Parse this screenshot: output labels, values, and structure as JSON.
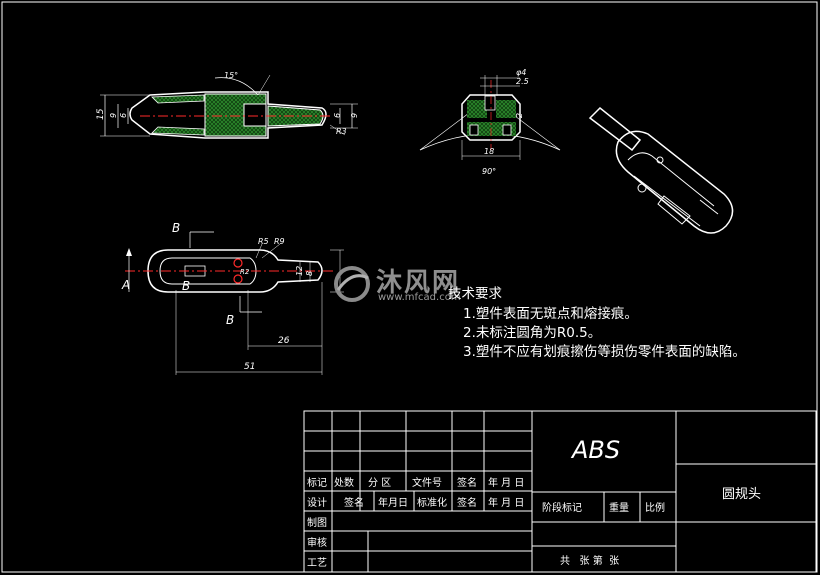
{
  "tech_requirements": {
    "heading": "技术要求",
    "items": [
      "1.塑件表面无斑点和熔接痕。",
      "2.未标注圆角为R0.5。",
      "3.塑件不应有划痕擦伤等损伤零件表面的缺陷。"
    ]
  },
  "watermark": {
    "brand": "沐风网",
    "url": "www.mfcad.com"
  },
  "title_block": {
    "material": "ABS",
    "part_name": "圆规头",
    "row_labels": {
      "mark": "标记",
      "count": "处数",
      "zone": "分 区",
      "doc_no": "文件号",
      "sign": "签名",
      "date": "年 月 日",
      "design": "设计",
      "sign2": "签名",
      "date2": "年月日",
      "standard": "标准化",
      "sign3": "签名",
      "date3": "年 月 日",
      "draw": "制图",
      "check": "审核",
      "process": "工艺"
    },
    "stage_mark": "阶段标记",
    "weight": "重量",
    "scale": "比例",
    "sheets": "共   张 第  张"
  },
  "dimensions": {
    "side_view": [
      "15",
      "9",
      "6",
      "6",
      "9",
      "R3",
      "15°"
    ],
    "end_view": [
      "φ4",
      "2.5",
      "2",
      "18",
      "90°"
    ],
    "plan_view": [
      "R5",
      "R9",
      "R2",
      "12",
      "8",
      "26",
      "51"
    ],
    "section_labels": [
      "B",
      "B",
      "A",
      "B"
    ]
  },
  "colors": {
    "outline": "#ffffff",
    "hatch": "#1e6b1e",
    "centerline": "#ff2a2a",
    "dim": "#ffffff"
  }
}
